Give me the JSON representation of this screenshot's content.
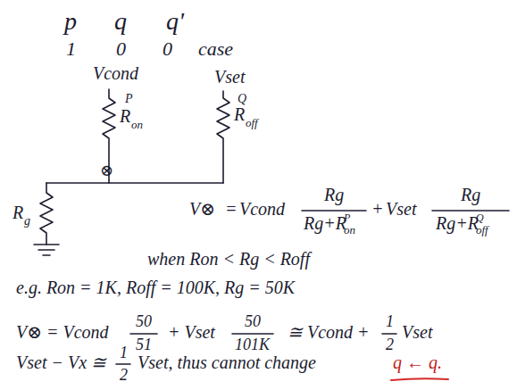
{
  "diagram": {
    "labels": [
      "p",
      "q",
      "q'",
      "1",
      "0",
      "0",
      "case",
      "Vcond",
      "Vset",
      "P",
      "R",
      "on",
      "Q",
      "R",
      "off",
      "R",
      "g",
      "⊗",
      "V⊗",
      "=",
      "Vcond",
      "Rg",
      "Rg+R",
      "P",
      "on",
      "+",
      "Vset",
      "Rg",
      "Rg+R",
      "Q",
      "off",
      "when Ron < Rg < Roff",
      "e.g. Ron = 1K, Roff = 100K, Rg = 50K",
      "V⊗ = Vcond",
      "50",
      "51",
      "+ Vset",
      "50",
      "101K",
      "≅ Vcond +",
      "1",
      "2",
      "Vset",
      "Vset − Vx ≅",
      "1",
      "2",
      "Vset, thus cannot change",
      "q ← q."
    ]
  }
}
